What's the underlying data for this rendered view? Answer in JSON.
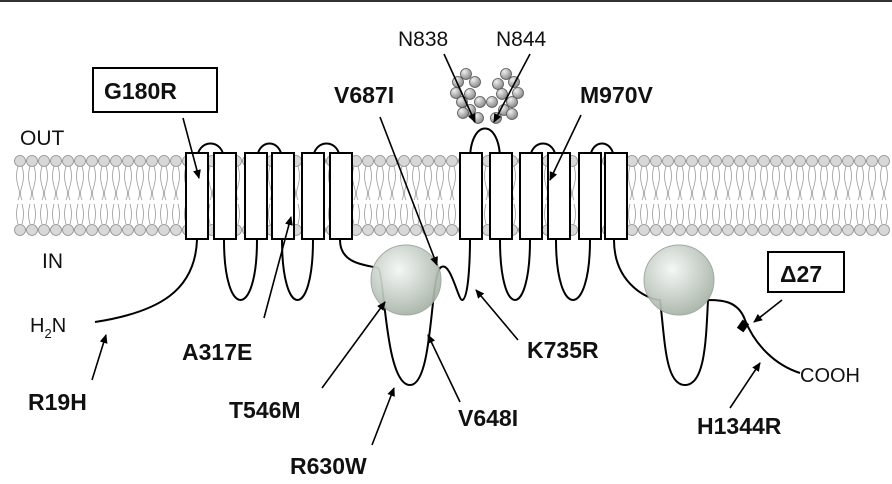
{
  "labels": {
    "out": "OUT",
    "in": "IN",
    "n_terminus": "H",
    "n_terminus_sub": "2",
    "n_terminus_tail": "N",
    "c_terminus": "COOH",
    "glyco_1": "N838",
    "glyco_2": "N844"
  },
  "mutations": {
    "g180r": "G180R",
    "v687i": "V687I",
    "m970v": "M970V",
    "a317e": "A317E",
    "k735r": "K735R",
    "t546m": "T546M",
    "v648i": "V648I",
    "r630w": "R630W",
    "r19h": "R19H",
    "h1344r": "H1344R",
    "d27": "Δ27"
  },
  "colors": {
    "lipid_head": "#d8d8d8",
    "nbd_sphere": "#cfd8cf",
    "sugar": "#bbbbbb",
    "line": "#000000"
  }
}
